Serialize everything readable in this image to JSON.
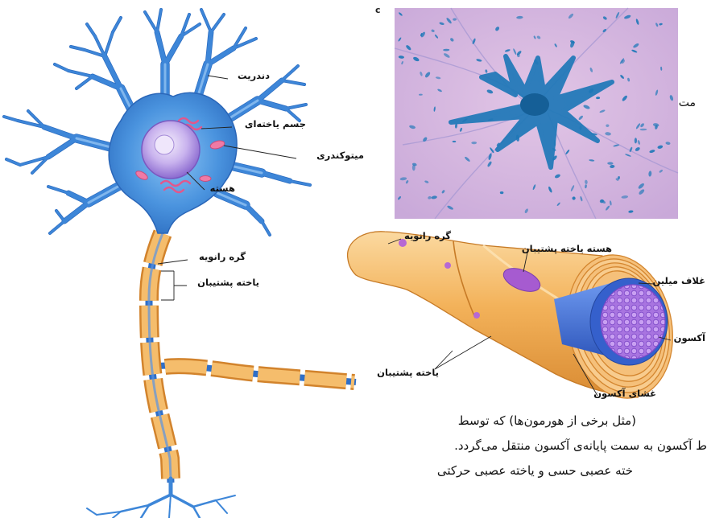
{
  "figure_label": "c",
  "neuron_labels": {
    "dendrite": "دندریت",
    "cell_body": "جسم یاخته‌ای",
    "mitochondria": "میتوکندری",
    "nucleus": "هسته",
    "node_of_ranvier": "گره رانویه",
    "schwann_cell": "یاخته پشتیبان"
  },
  "cross_section_labels": {
    "node_of_ranvier": "گره رانویه",
    "schwann_nucleus": "هسته یاخته پشتیبان",
    "myelin_sheath": "غلاف میلین",
    "axon": "آکسون",
    "schwann_cell": "یاخته پشتیبان",
    "axon_membrane": "غشای آکسون"
  },
  "hidden_text_fragment": "مت",
  "paragraph_lines": [
    "(مثل برخی از هورمون‌ها) که توسط",
    "ط آکسون به سمت پایانه‌ی آکسون منتقل می‌گردد.",
    "خته عصبی حسی و یاخته عصبی حرکتی"
  ],
  "colors": {
    "neuron_blue": "#3d86d8",
    "myelin_orange": "#f3b25a",
    "nucleus_purple": "#b08be0",
    "micrograph_background": "#d9b9e0",
    "stain_blue": "#1f78b8"
  }
}
